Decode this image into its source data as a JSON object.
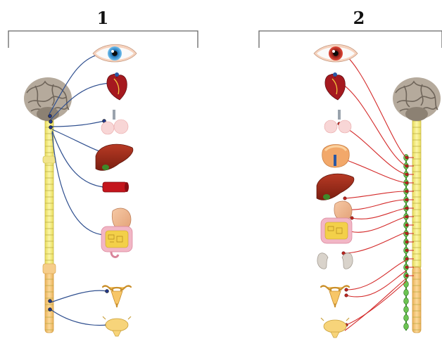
{
  "panels": [
    {
      "label": "1"
    },
    {
      "label": "2"
    }
  ],
  "colors": {
    "panel1_nerve": "#2f4f8f",
    "panel2_nerve": "#d42a2a",
    "chain_ganglia": "#5cb84a",
    "spinal_cord_upper": "#f2ec7a",
    "spinal_cord_lower": "#f5c77a",
    "brain": "#a79c8f",
    "liver": "#9c2a1b",
    "eye_iris_1": "#3a8fd1",
    "eye_iris_2": "#c0281e"
  },
  "organs": [
    "eye",
    "heart",
    "lungs",
    "liver",
    "stomach-intestines",
    "bladder-rectum",
    "uterus",
    "bladder",
    "adrenal",
    "kidneys"
  ]
}
